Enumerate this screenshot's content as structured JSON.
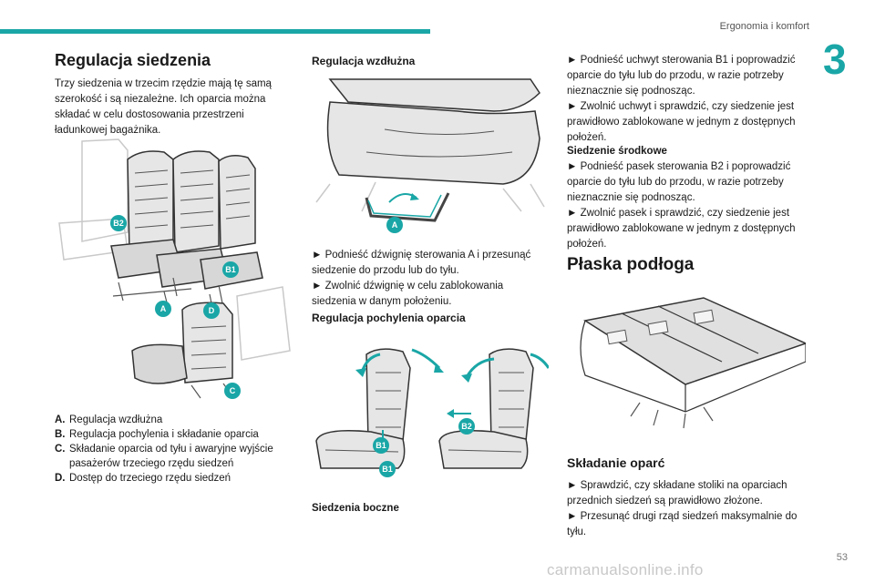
{
  "header": {
    "title": "Ergonomia i komfort",
    "chapter": "3",
    "page": "53"
  },
  "watermark": "carmanualsonline.info",
  "col1": {
    "title": "Regulacja siedzenia",
    "intro": "Trzy siedzenia w trzecim rzędzie mają tę samą szerokość i są niezależne. Ich oparcia można składać w celu dostosowania przestrzeni ładunkowej bagażnika.",
    "figure_labels": {
      "b2": "B2",
      "b1": "B1",
      "a": "A",
      "d": "D",
      "c": "C"
    },
    "legend": [
      {
        "key": "A.",
        "text": "Regulacja wzdłużna"
      },
      {
        "key": "B.",
        "text": "Regulacja pochylenia i składanie oparcia"
      },
      {
        "key": "C.",
        "text": "Składanie oparcia od tyłu i awaryjne wyjście pasażerów trzeciego rzędu siedzeń"
      },
      {
        "key": "D.",
        "text": "Dostęp do trzeciego rzędu siedzeń"
      }
    ]
  },
  "col2": {
    "title1": "Regulacja wzdłużna",
    "fig1_label": "A",
    "p1": "► Podnieść dźwignię sterowania A i przesunąć siedzenie do przodu lub do tyłu.",
    "p2": "► Zwolnić dźwignię w celu zablokowania siedzenia w danym położeniu.",
    "title2": "Regulacja pochylenia oparcia",
    "fig2_labels": {
      "b1a": "B1",
      "b1b": "B1",
      "b2": "B2"
    },
    "title3": "Siedzenia boczne"
  },
  "col3": {
    "p1": "► Podnieść uchwyt sterowania B1 i poprowadzić oparcie do tyłu lub do przodu, w razie potrzeby nieznacznie się podnosząc.",
    "p2": "► Zwolnić uchwyt i sprawdzić, czy siedzenie jest prawidłowo zablokowane w jednym z dostępnych położeń.",
    "sub1": "Siedzenie środkowe",
    "p3": "► Podnieść pasek sterowania B2 i poprowadzić oparcie do tyłu lub do przodu, w razie potrzeby nieznacznie się podnosząc.",
    "p4": "► Zwolnić pasek i sprawdzić, czy siedzenie jest prawidłowo zablokowane w jednym z dostępnych położeń.",
    "title2": "Płaska podłoga",
    "title3": "Składanie oparć",
    "p5": "► Sprawdzić, czy składane stoliki na oparciach przednich siedzeń są prawidłowo złożone.",
    "p6": "► Przesunąć drugi rząd siedzeń maksymalnie do tyłu."
  },
  "colors": {
    "accent": "#1aa6a6"
  }
}
